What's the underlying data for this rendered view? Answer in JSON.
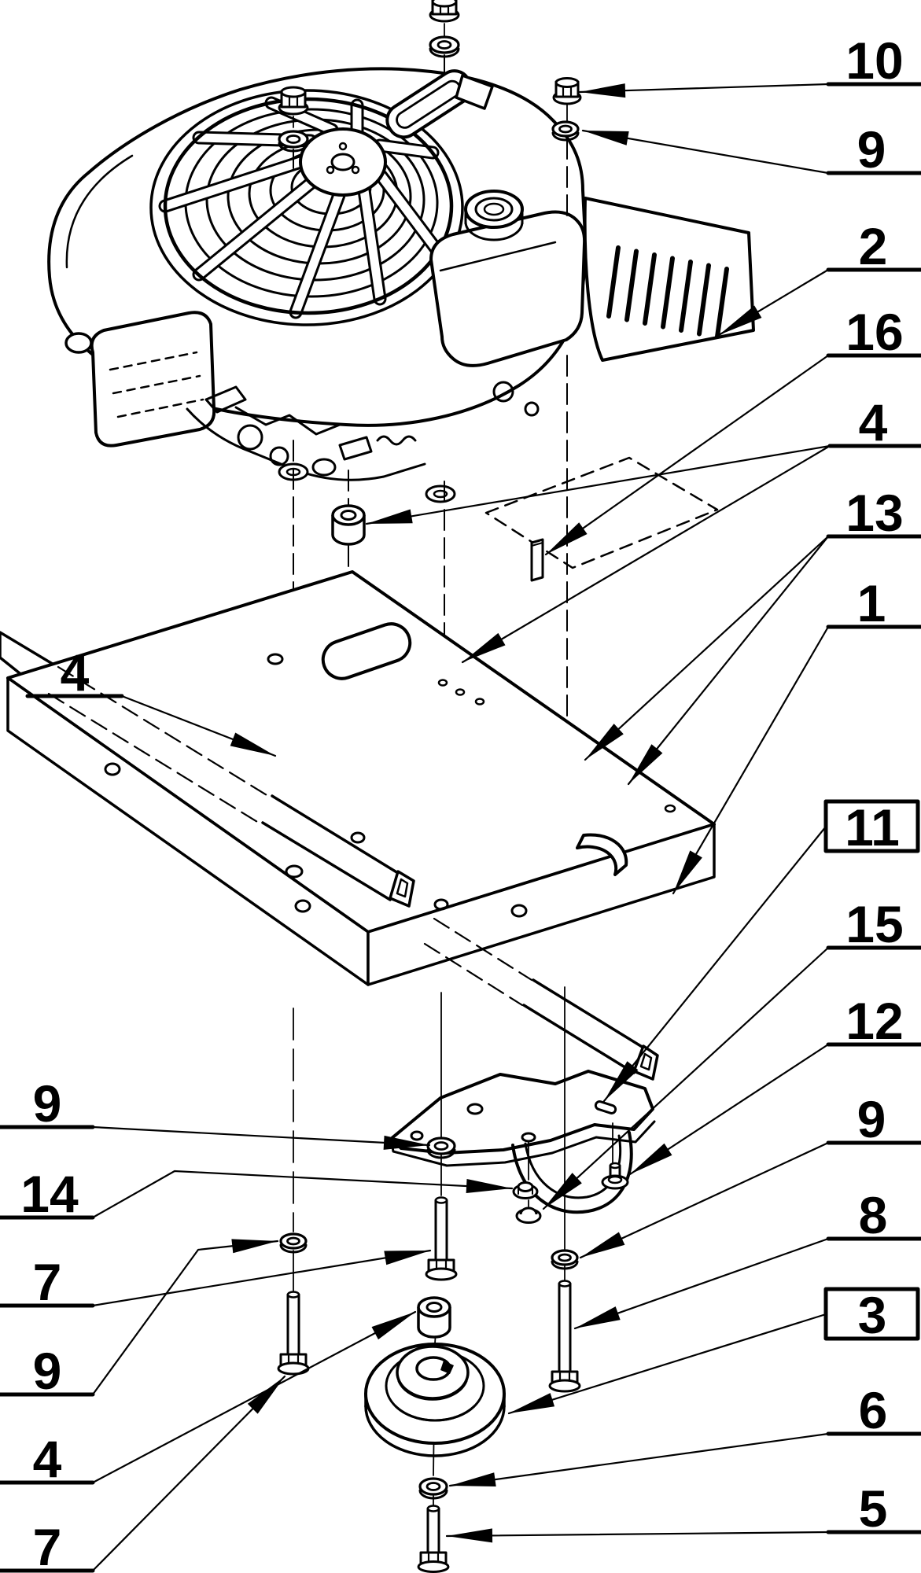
{
  "colors": {
    "background": "#ffffff",
    "line": "#000000"
  },
  "callouts": {
    "right": [
      {
        "label": "10",
        "boxed": false
      },
      {
        "label": "9",
        "boxed": false
      },
      {
        "label": "2",
        "boxed": false
      },
      {
        "label": "16",
        "boxed": false
      },
      {
        "label": "4",
        "boxed": false
      },
      {
        "label": "13",
        "boxed": false
      },
      {
        "label": "1",
        "boxed": false
      },
      {
        "label": "11",
        "boxed": true
      },
      {
        "label": "15",
        "boxed": false
      },
      {
        "label": "12",
        "boxed": false
      },
      {
        "label": "9",
        "boxed": false
      },
      {
        "label": "8",
        "boxed": false
      },
      {
        "label": "3",
        "boxed": true
      },
      {
        "label": "6",
        "boxed": false
      },
      {
        "label": "5",
        "boxed": false
      }
    ],
    "left": [
      {
        "label": "4"
      },
      {
        "label": "9"
      },
      {
        "label": "14"
      },
      {
        "label": "7"
      },
      {
        "label": "9"
      },
      {
        "label": "4"
      },
      {
        "label": "7"
      }
    ]
  }
}
